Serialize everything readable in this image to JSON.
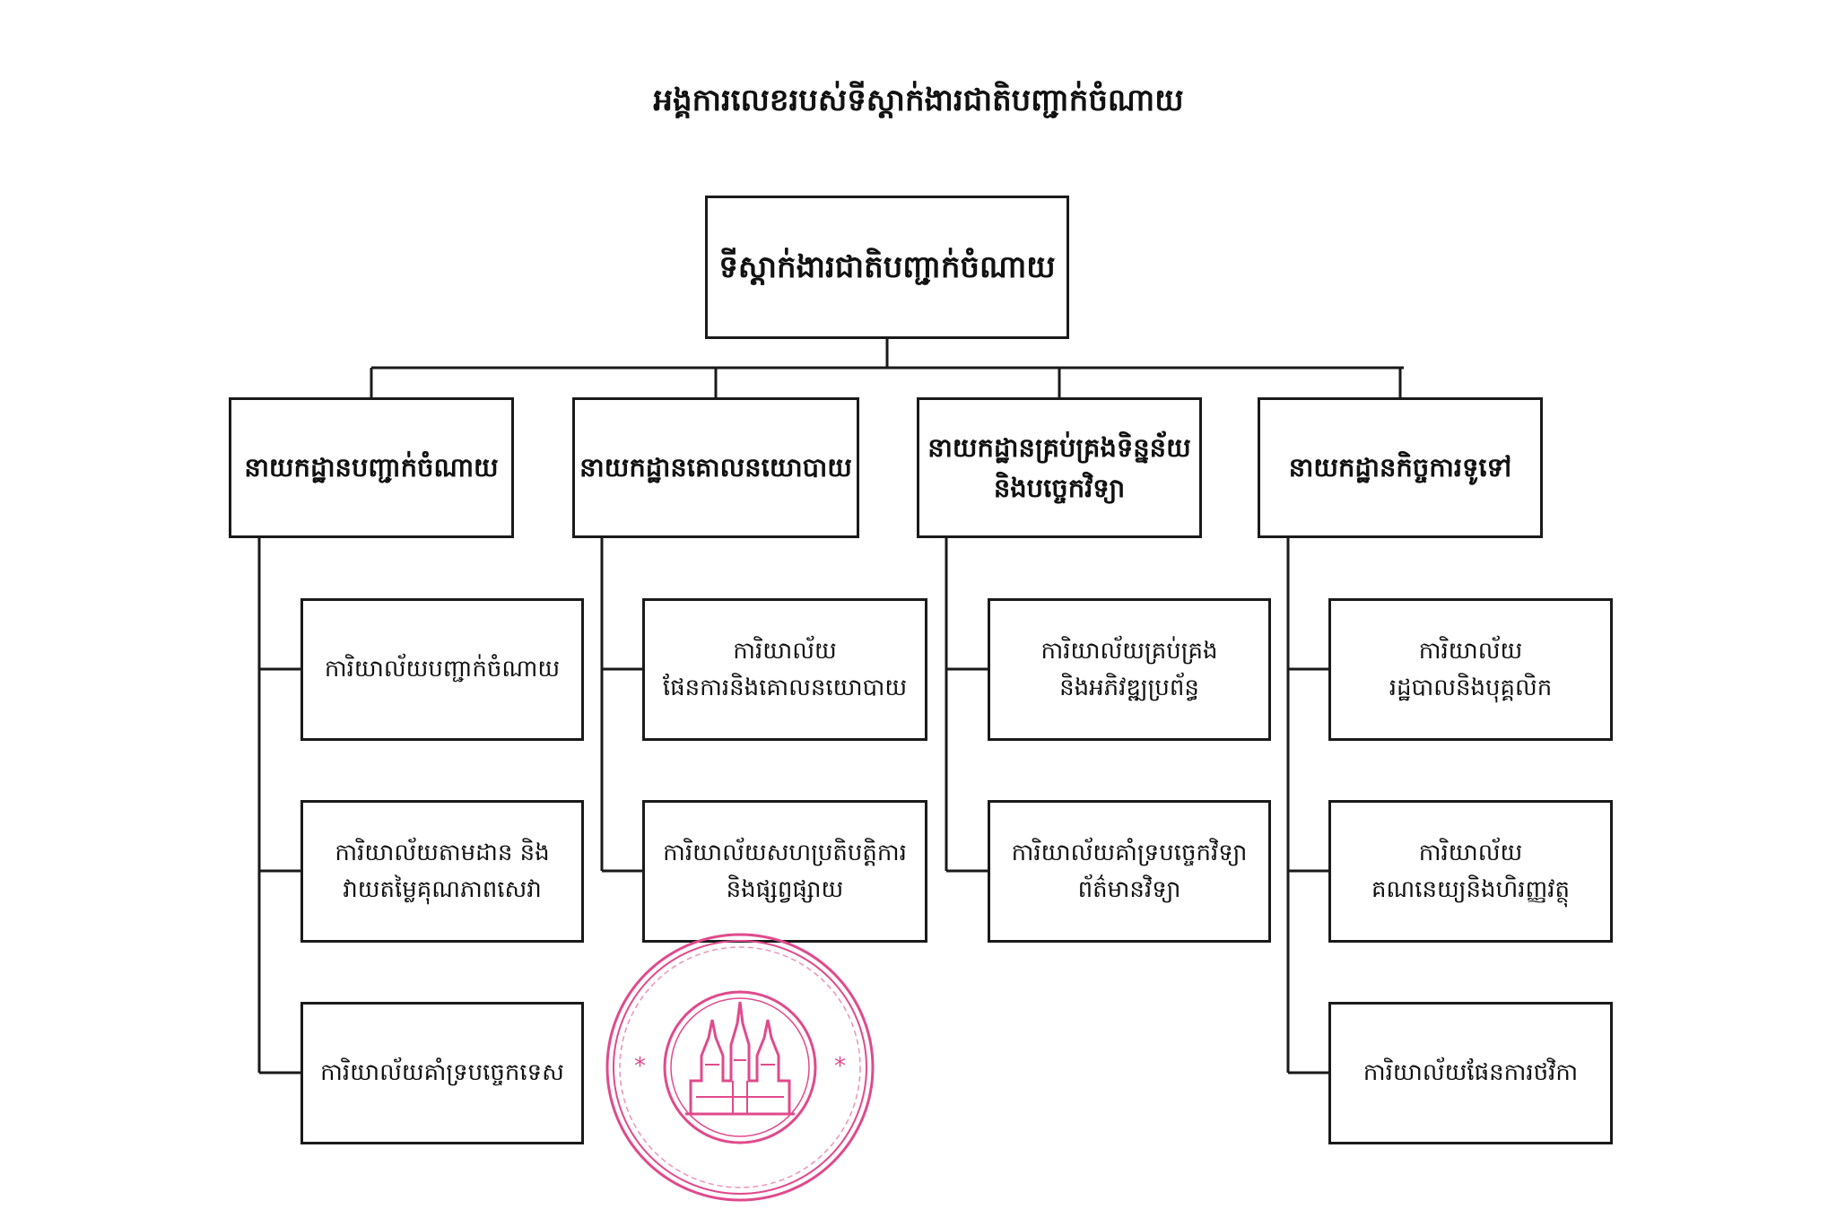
{
  "title": "អង្គការលេខរបស់ទីស្តាក់ងារជាតិបញ្ជាក់ចំណាយ",
  "colors": {
    "line": "#1a1a1a",
    "seal": "#e04a8c"
  },
  "root": {
    "lines": [
      "ទីស្តាក់ងារជាតិបញ្ជាក់ចំណាយ"
    ]
  },
  "departments": [
    {
      "lines": [
        "នាយកដ្ឋានបញ្ជាក់ចំណាយ"
      ],
      "offices": [
        {
          "lines": [
            "ការិយាល័យបញ្ជាក់ចំណាយ"
          ]
        },
        {
          "lines": [
            "ការិយាល័យតាមដាន និង",
            "វាយតម្លៃគុណភាពសេវា"
          ]
        },
        {
          "lines": [
            "ការិយាល័យគាំទ្របច្ចេកទេស"
          ]
        }
      ]
    },
    {
      "lines": [
        "នាយកដ្ឋានគោលនយោបាយ"
      ],
      "offices": [
        {
          "lines": [
            "ការិយាល័យ",
            "ផែនការនិងគោលនយោបាយ"
          ]
        },
        {
          "lines": [
            "ការិយាល័យសហប្រតិបត្តិការ",
            "និងផ្សព្វផ្សាយ"
          ]
        }
      ]
    },
    {
      "lines": [
        "នាយកដ្ឋានគ្រប់គ្រងទិន្នន័យ",
        "និងបច្ចេកវិទ្យា"
      ],
      "offices": [
        {
          "lines": [
            "ការិយាល័យគ្រប់គ្រង",
            "និងអភិវឌ្ឍប្រព័ន្ធ"
          ]
        },
        {
          "lines": [
            "ការិយាល័យគាំទ្របច្ចេកវិទ្យា",
            "ព័ត៌មានវិទ្យា"
          ]
        }
      ]
    },
    {
      "lines": [
        "នាយកដ្ឋានកិច្ចការទូទៅ"
      ],
      "offices": [
        {
          "lines": [
            "ការិយាល័យ",
            "រដ្ឋបាលនិងបុគ្គលិក"
          ]
        },
        {
          "lines": [
            "ការិយាល័យ",
            "គណនេយ្យនិងហិរញ្ញវត្ថុ"
          ]
        },
        {
          "lines": [
            "ការិយាល័យផែនការថវិកា"
          ]
        }
      ]
    }
  ],
  "seal": {
    "icon": "temple-seal-icon"
  }
}
